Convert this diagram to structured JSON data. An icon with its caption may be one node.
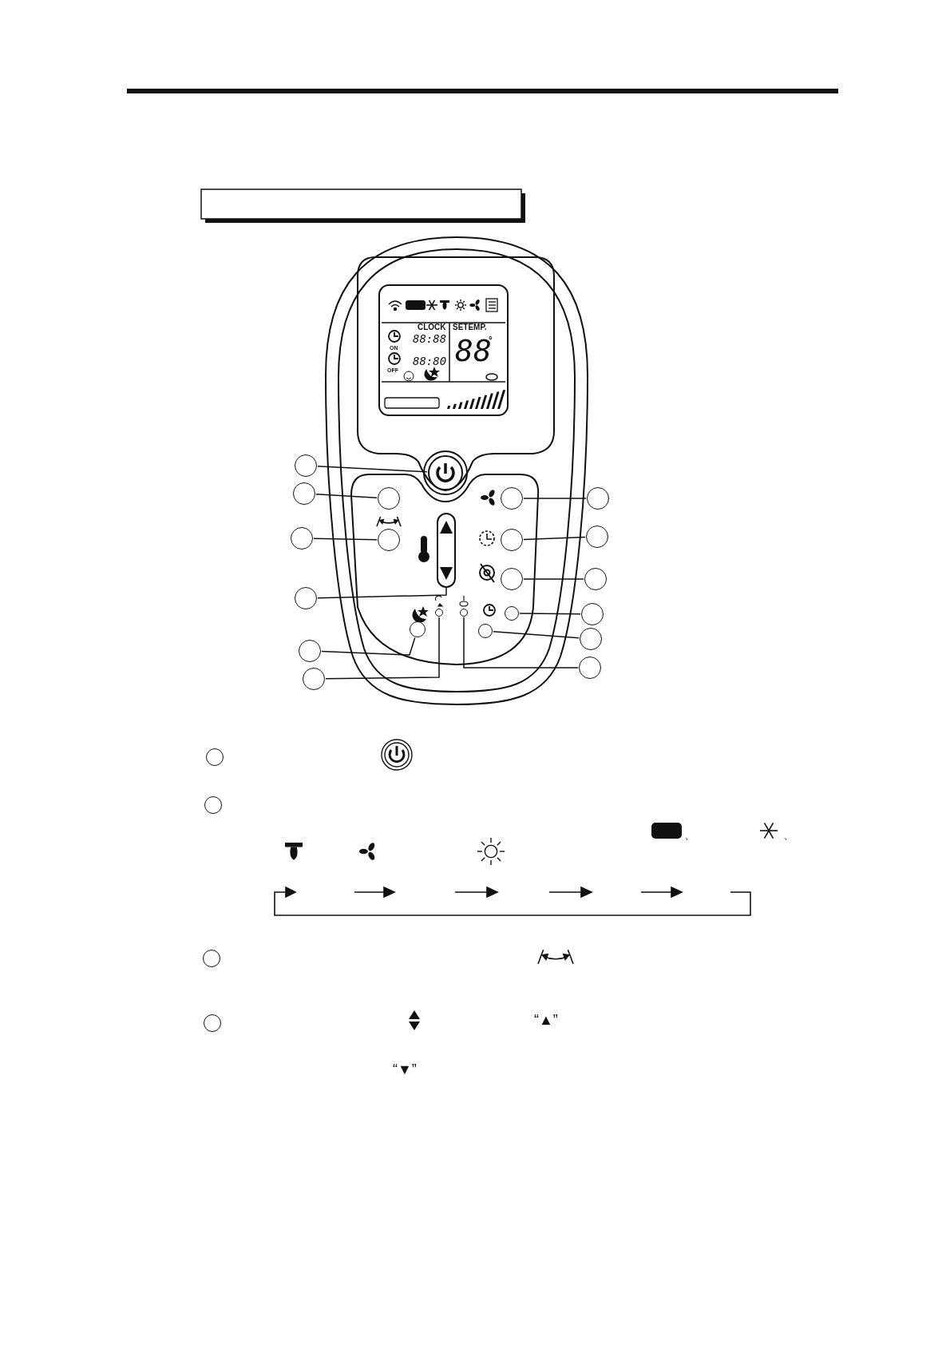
{
  "diagram": {
    "nodes": [
      {
        "text": [],
        "shape": "circle"
      },
      {
        "text": [],
        "shape": "circle"
      },
      {
        "text": [],
        "shape": "circle"
      },
      {
        "text": [],
        "shape": "circle"
      },
      {
        "text": [],
        "shape": "circle"
      },
      {
        "text": [],
        "shape": "circle"
      },
      {
        "text": [],
        "shape": "circle"
      },
      {
        "text": [],
        "shape": "circle"
      },
      {
        "text": [],
        "shape": "circle"
      },
      {
        "text": [],
        "shape": "circle"
      },
      {
        "text": [],
        "shape": "circle"
      },
      {
        "text": [],
        "shape": "circle"
      },
      {
        "text": [],
        "shape": "circle"
      },
      {
        "text": [],
        "shape": "circle"
      },
      {
        "text": [],
        "shape": "circle"
      },
      {
        "text": [],
        "shape": "box"
      },
      {
        "text": [],
        "shape": "circle"
      },
      {
        "text": [],
        "shape": "circle"
      },
      {
        "text": [],
        "shape": "circle"
      },
      {
        "text": [],
        "shape": "circle"
      },
      {
        "text": [],
        "shape": "circle"
      },
      {
        "text": [],
        "shape": "circle"
      },
      {
        "text": [],
        "shape": "circle"
      },
      {
        "text": [],
        "shape": "circle"
      },
      {
        "text": [],
        "shape": "circle"
      },
      {
        "text": [],
        "shape": "circle"
      },
      {
        "text": [],
        "shape": "circle"
      },
      {
        "text": [],
        "shape": "circle"
      }
    ],
    "edges": [
      {
        "from": 0,
        "to": 12,
        "arrow": "none"
      },
      {
        "from": 1,
        "to": 13,
        "arrow": "none"
      },
      {
        "from": 2,
        "to": 14,
        "arrow": "none"
      },
      {
        "from": 3,
        "to": 15,
        "arrow": "none"
      },
      {
        "from": 4,
        "to": 16,
        "arrow": "none"
      },
      {
        "from": 5,
        "to": 17,
        "arrow": "none"
      },
      {
        "from": 6,
        "to": 18,
        "arrow": "none"
      },
      {
        "from": 7,
        "to": 19,
        "arrow": "none"
      },
      {
        "from": 8,
        "to": 20,
        "arrow": "none"
      },
      {
        "from": 9,
        "to": 21,
        "arrow": "none"
      },
      {
        "from": 10,
        "to": 22,
        "arrow": "none"
      },
      {
        "from": 11,
        "to": 23,
        "arrow": "none"
      }
    ],
    "labels": [
      "CLOCK",
      "SETEMP.",
      "88:88",
      "ON",
      "88:80",
      "OFF",
      "88",
      "°",
      "、",
      "、",
      "“▲”",
      "“▼”"
    ]
  }
}
